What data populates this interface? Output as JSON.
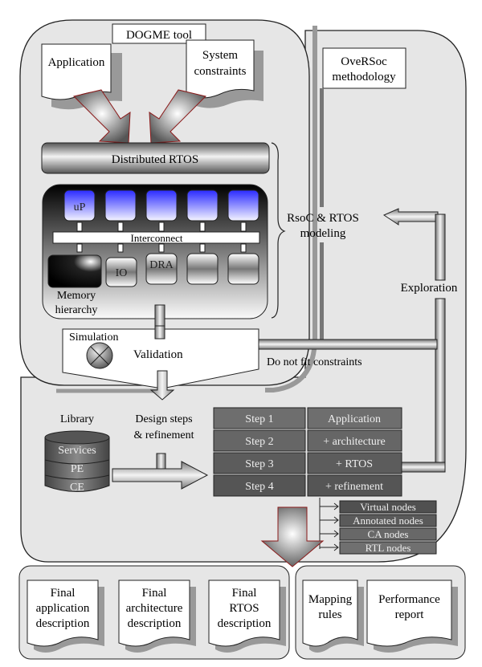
{
  "dogme_tool": {
    "title": "DOGME tool",
    "inputs": [
      {
        "label_lines": [
          "Application"
        ]
      },
      {
        "label_lines": [
          "System",
          "constraints"
        ]
      }
    ],
    "distributed_rtos": "Distributed RTOS",
    "platform": {
      "processors": [
        "uP",
        "",
        "",
        "",
        ""
      ],
      "interconnect": "Interconnect",
      "resources": [
        "",
        "IO",
        "DRA",
        "",
        ""
      ],
      "memory_label_lines": [
        "Memory",
        "hierarchy"
      ]
    },
    "validation": {
      "simulation": "Simulation",
      "validation": "Validation"
    }
  },
  "oversoc": {
    "title_lines": [
      "OveRSoc",
      "methodology"
    ],
    "modeling_lines": [
      "RsoC & RTOS",
      "modeling"
    ],
    "exploration": "Exploration",
    "do_not_fit": "Do not fit constraints",
    "library": {
      "title": "Library",
      "layers": [
        "Services",
        "PE",
        "CE"
      ]
    },
    "design_steps_lines": [
      "Design steps",
      "& refinement"
    ],
    "steps": [
      {
        "step": "Step 1",
        "desc": "Application"
      },
      {
        "step": "Step 2",
        "desc": "+ architecture"
      },
      {
        "step": "Step 3",
        "desc": "+ RTOS"
      },
      {
        "step": "Step 4",
        "desc": "+ refinement"
      }
    ],
    "nodes": [
      "Virtual nodes",
      "Annotated nodes",
      "CA nodes",
      "RTL nodes"
    ]
  },
  "outputs_left": [
    {
      "label_lines": [
        "Final",
        "application",
        "description"
      ]
    },
    {
      "label_lines": [
        "Final",
        "architecture",
        "description"
      ]
    },
    {
      "label_lines": [
        "Final",
        "RTOS",
        "description"
      ]
    }
  ],
  "outputs_right": [
    {
      "label_lines": [
        "Mapping",
        "rules"
      ]
    },
    {
      "label_lines": [
        "Performance",
        "report"
      ]
    }
  ],
  "colors": {
    "panel": "#e6e6e6",
    "processor_blue": "#3a3aff",
    "step_dark": "#5a5a5a",
    "arrow_outline": "#8b1a1a"
  }
}
